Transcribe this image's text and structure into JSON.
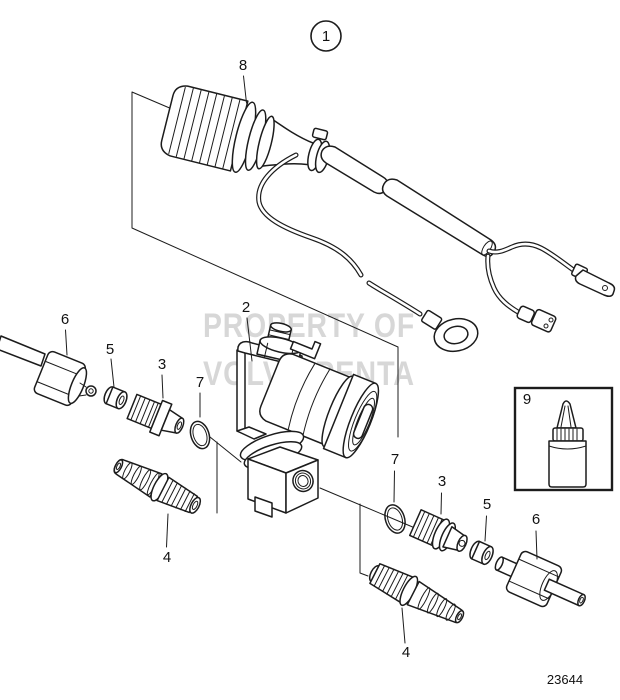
{
  "figure": {
    "drawing_number": "23644",
    "watermark": {
      "line1": "PROPERTY OF",
      "line2": "VOLVO PENTA"
    }
  },
  "callouts": {
    "assembly": "1",
    "valve": "2",
    "nipple": "3",
    "hose_nipple": "4",
    "sleeve": "5",
    "union_nut": "6",
    "sealing_ring": "7",
    "connector_cap": "8",
    "sealant": "9"
  },
  "style": {
    "ink_color": "#1c1c1c",
    "watermark_color": "#c9c9c9",
    "background": "#ffffff"
  }
}
